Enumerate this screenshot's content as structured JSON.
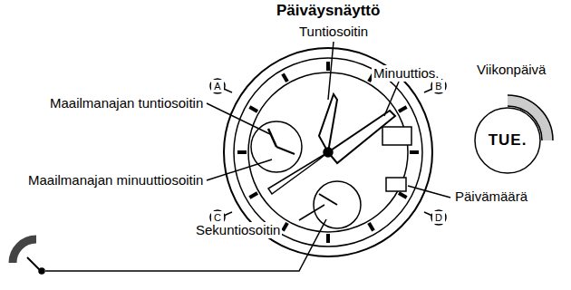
{
  "diagram": {
    "title": "Päiväysnäyttö",
    "nodes": [
      {
        "text": [
          "TUE."
        ]
      }
    ],
    "labels": [
      "Tuntiosoitin",
      "Minuuttios.",
      "Viikonpäivä",
      "Maailmanajan tuntiosoitin",
      "Maailmanajan minuuttiosoitin",
      "Päivämäärä",
      "Sekuntiosoitin",
      "A",
      "B",
      "C",
      "D"
    ]
  }
}
